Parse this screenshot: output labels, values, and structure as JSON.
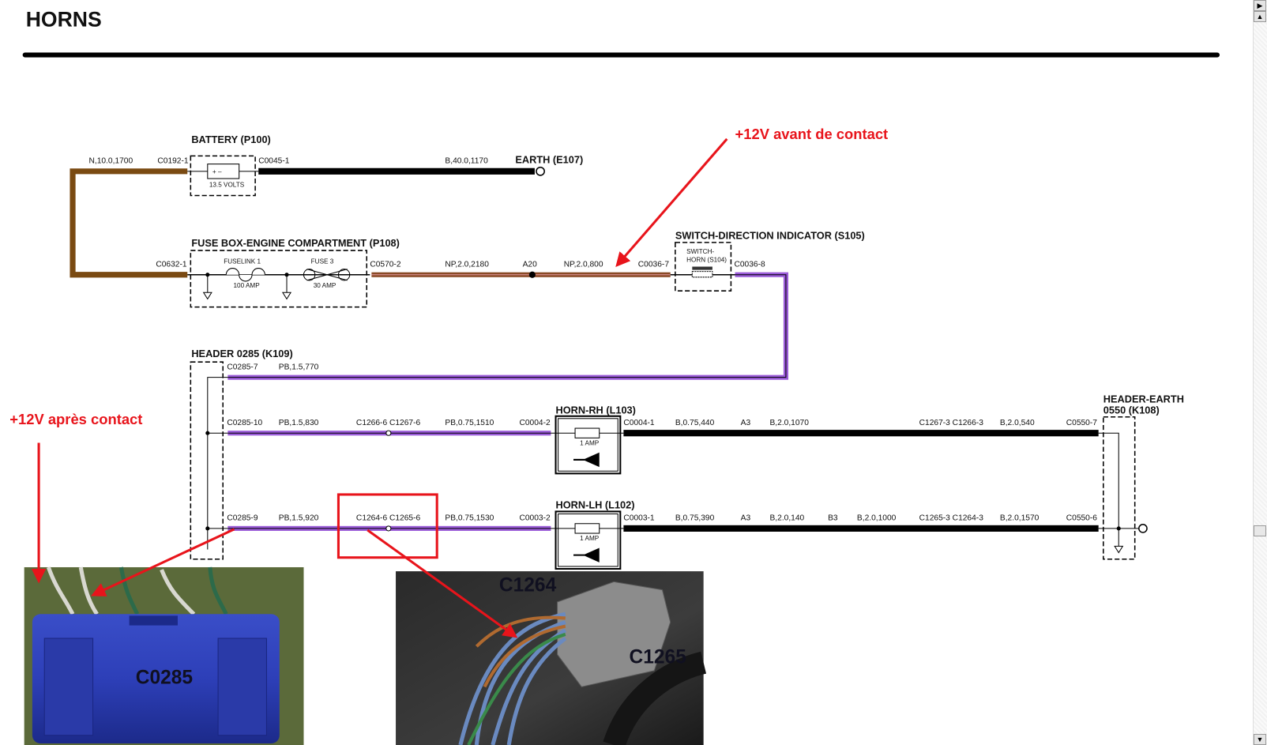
{
  "title": "HORNS",
  "annotations": {
    "before_ignition": "+12V avant de contact",
    "after_ignition": "+12V après contact",
    "annotation_color": "#e8141b"
  },
  "components": {
    "battery": {
      "name": "BATTERY (P100)",
      "rating": "13.5 VOLTS"
    },
    "earth": {
      "name": "EARTH (E107)"
    },
    "fusebox": {
      "name": "FUSE BOX-ENGINE COMPARTMENT (P108)",
      "fuselink": "FUSELINK 1",
      "fuselink_rating": "100 AMP",
      "fuse": "FUSE 3",
      "fuse_rating": "30 AMP"
    },
    "switch": {
      "name": "SWITCH-DIRECTION INDICATOR (S105)",
      "inner_line1": "SWITCH-",
      "inner_line2": "HORN (S104)"
    },
    "header": {
      "name": "HEADER 0285 (K109)"
    },
    "horn_rh": {
      "name": "HORN-RH (L103)",
      "rating": "1 AMP"
    },
    "horn_lh": {
      "name": "HORN-LH (L102)",
      "rating": "1 AMP"
    },
    "header_earth": {
      "name_line1": "HEADER-EARTH",
      "name_line2": "0550 (K108)"
    }
  },
  "wires": {
    "row1": [
      "N,10.0,1700",
      "C0192-1",
      "C0045-1",
      "B,40.0,1170"
    ],
    "row2": [
      "C0632-1",
      "C0570-2",
      "NP,2.0,2180",
      "A20",
      "NP,2.0,800",
      "C0036-7",
      "C0036-8"
    ],
    "row3": [
      "C0285-7",
      "PB,1.5,770"
    ],
    "row4": [
      "C0285-10",
      "PB,1.5,830",
      "C1266-6 C1267-6",
      "PB,0.75,1510",
      "C0004-2",
      "C0004-1",
      "B,0.75,440",
      "A3",
      "B,2.0,1070",
      "C1267-3 C1266-3",
      "B,2.0,540",
      "C0550-7"
    ],
    "row5": [
      "C0285-9",
      "PB,1.5,920",
      "C1264-6 C1265-6",
      "PB,0.75,1530",
      "C0003-2",
      "C0003-1",
      "B,0.75,390",
      "A3",
      "B,2.0,140",
      "B3",
      "B,2.0,1000",
      "C1265-3 C1264-3",
      "B,2.0,1570",
      "C0550-6"
    ]
  },
  "photos": {
    "left_label": "C0285",
    "right_label_1": "C1264",
    "right_label_2": "C1265"
  },
  "colors": {
    "brown": "#7a4a12",
    "purple": "#9a5bd8",
    "black": "#000000"
  }
}
